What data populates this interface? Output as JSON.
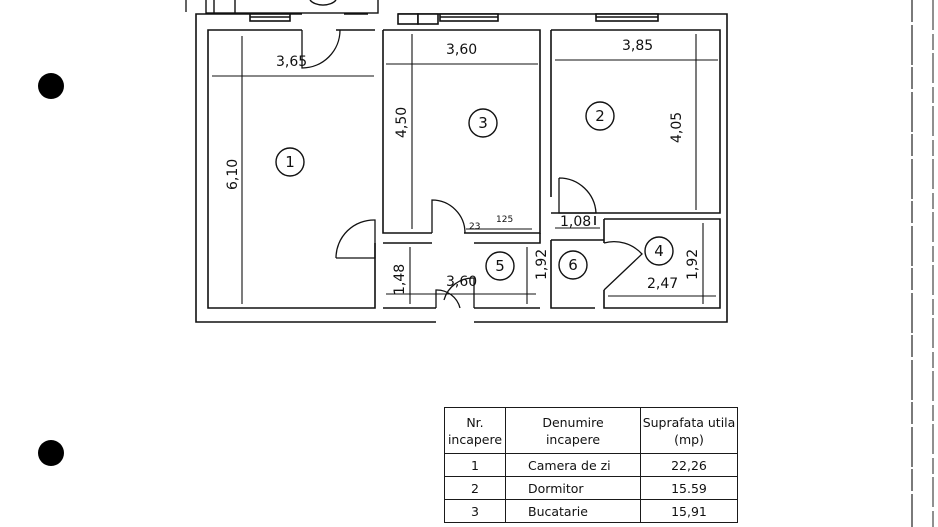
{
  "floor_plan": {
    "dimensions": {
      "room1_width": "3,65",
      "room1_height": "6,10",
      "room3_width": "3,60",
      "room3_height": "4,50",
      "room2_width": "3,85",
      "room2_height": "4,05",
      "hall_height": "1,48",
      "hall_width": "3,60",
      "hall_small_a": "23",
      "hall_small_b": "125",
      "room5_height": "1,92",
      "room6_width": "1,08",
      "room4_width": "2,47",
      "room4_height": "1,92"
    },
    "room_markers": [
      "1",
      "2",
      "3",
      "4",
      "5",
      "6"
    ]
  },
  "rooms_table": {
    "headers": {
      "nr_line1": "Nr.",
      "nr_line2": "incapere",
      "name_line1": "Denumire",
      "name_line2": "incapere",
      "area_line1": "Suprafata utila",
      "area_line2": "(mp)"
    },
    "rows": [
      {
        "nr": "1",
        "name": "Camera de zi",
        "area": "22,26"
      },
      {
        "nr": "2",
        "name": "Dormitor",
        "area": "15.59"
      },
      {
        "nr": "3",
        "name": "Bucatarie",
        "area": "15,91"
      }
    ]
  }
}
